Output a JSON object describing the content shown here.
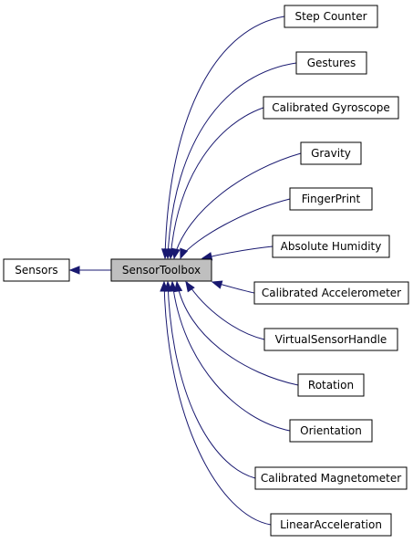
{
  "diagram": {
    "base": "Sensors",
    "center": "SensorToolbox",
    "derived": [
      "Step Counter",
      "Gestures",
      "Calibrated Gyroscope",
      "Gravity",
      "FingerPrint",
      "Absolute Humidity",
      "Calibrated Accelerometer",
      "VirtualSensorHandle",
      "Rotation",
      "Orientation",
      "Calibrated Magnetometer",
      "LinearAcceleration"
    ],
    "colors": {
      "edge": "#191970",
      "center_fill": "#bfbfbf",
      "node_fill": "#ffffff",
      "node_border": "#000000"
    }
  }
}
